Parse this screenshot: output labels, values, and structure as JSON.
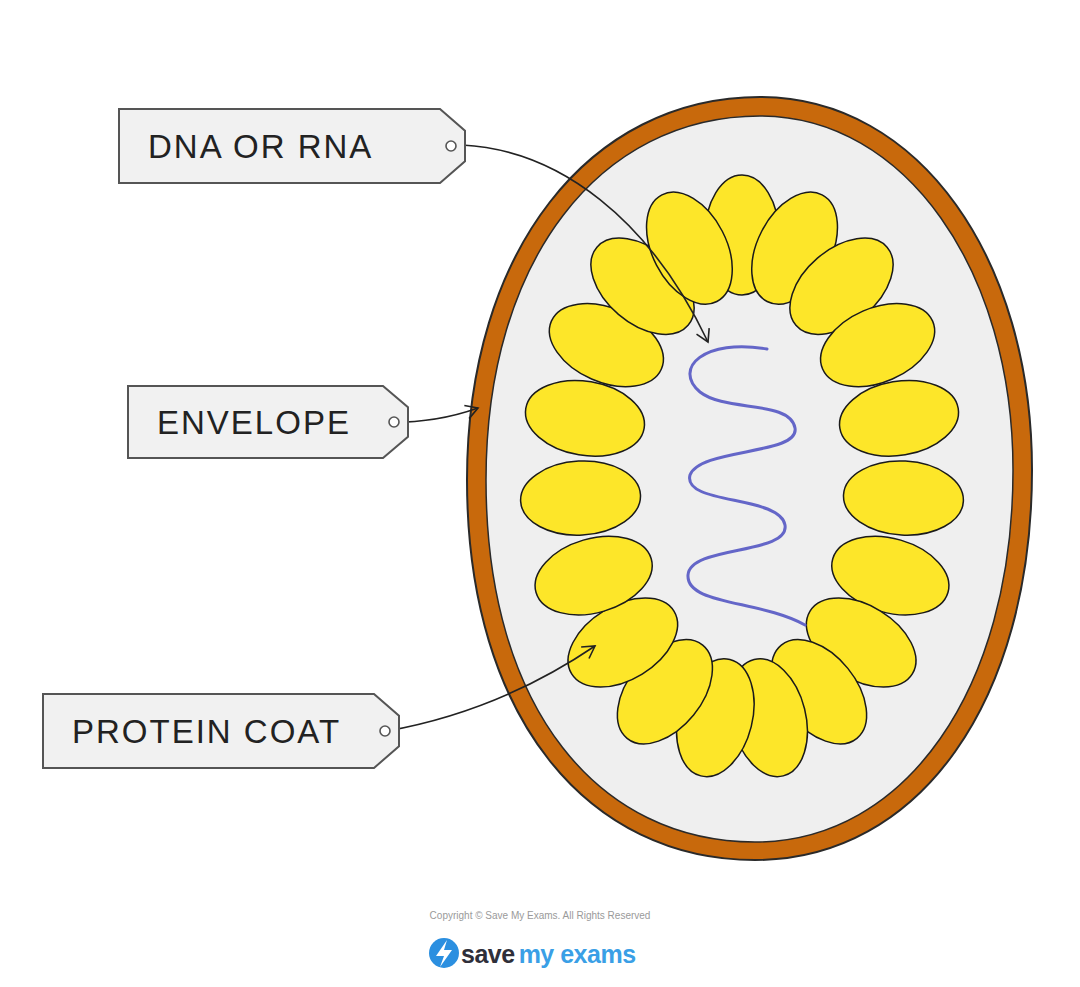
{
  "diagram": {
    "nodes": [
      {
        "text": [
          "DNA OR RNA"
        ]
      },
      {
        "text": [
          "ENVELOPE"
        ]
      },
      {
        "text": [
          "PROTEIN COAT"
        ]
      }
    ],
    "labels": [
      "Copyright © Save My Exams. All Rights Reserved",
      "save",
      "my exams"
    ]
  }
}
